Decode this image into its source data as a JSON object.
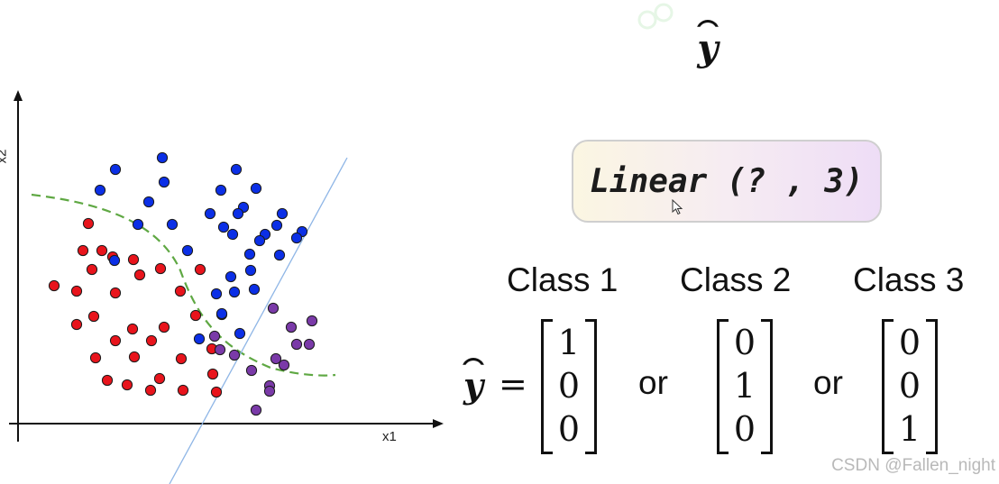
{
  "header": {
    "yhat_symbol": "y"
  },
  "model_box": {
    "text": "Linear (? , 3)"
  },
  "classes": [
    {
      "label": "Class 1",
      "vector": [
        "1",
        "0",
        "0"
      ]
    },
    {
      "label": "Class 2",
      "vector": [
        "0",
        "1",
        "0"
      ]
    },
    {
      "label": "Class 3",
      "vector": [
        "0",
        "0",
        "1"
      ]
    }
  ],
  "equation": {
    "lhs": "y",
    "equals": "=",
    "or_word": "or"
  },
  "axes": {
    "xlabel": "x1",
    "ylabel": "x2"
  },
  "watermark": "CSDN @Fallen_night",
  "colors": {
    "red": "#e8141c",
    "blue": "#0b2fe6",
    "purple": "#7a3aa8",
    "boundary_dashed": "#5fa843",
    "boundary_line": "#8fb6e6"
  },
  "chart_data": {
    "type": "scatter",
    "xlabel": "x1",
    "ylabel": "x2",
    "series": [
      {
        "color": "red",
        "points": [
          [
            98,
            248
          ],
          [
            92,
            278
          ],
          [
            113,
            278
          ],
          [
            125,
            285
          ],
          [
            102,
            299
          ],
          [
            148,
            288
          ],
          [
            178,
            298
          ],
          [
            155,
            305
          ],
          [
            222,
            299
          ],
          [
            60,
            317
          ],
          [
            85,
            323
          ],
          [
            128,
            325
          ],
          [
            200,
            323
          ],
          [
            104,
            351
          ],
          [
            85,
            360
          ],
          [
            147,
            365
          ],
          [
            182,
            363
          ],
          [
            128,
            378
          ],
          [
            168,
            378
          ],
          [
            217,
            350
          ],
          [
            246,
            349
          ],
          [
            149,
            396
          ],
          [
            106,
            397
          ],
          [
            201,
            398
          ],
          [
            235,
            387
          ],
          [
            119,
            422
          ],
          [
            141,
            427
          ],
          [
            177,
            420
          ],
          [
            236,
            415
          ],
          [
            167,
            433
          ],
          [
            203,
            433
          ],
          [
            240,
            435
          ]
        ]
      },
      {
        "color": "blue",
        "points": [
          [
            128,
            188
          ],
          [
            180,
            175
          ],
          [
            262,
            188
          ],
          [
            111,
            211
          ],
          [
            182,
            202
          ],
          [
            245,
            211
          ],
          [
            284,
            209
          ],
          [
            165,
            224
          ],
          [
            270,
            230
          ],
          [
            233,
            237
          ],
          [
            264,
            237
          ],
          [
            313,
            237
          ],
          [
            153,
            249
          ],
          [
            191,
            249
          ],
          [
            248,
            252
          ],
          [
            258,
            260
          ],
          [
            294,
            260
          ],
          [
            307,
            250
          ],
          [
            335,
            257
          ],
          [
            329,
            264
          ],
          [
            288,
            267
          ],
          [
            127,
            289
          ],
          [
            208,
            278
          ],
          [
            277,
            282
          ],
          [
            310,
            283
          ],
          [
            278,
            300
          ],
          [
            256,
            307
          ],
          [
            240,
            326
          ],
          [
            260,
            324
          ],
          [
            282,
            321
          ],
          [
            246,
            348
          ],
          [
            221,
            376
          ],
          [
            266,
            370
          ]
        ]
      },
      {
        "color": "purple",
        "points": [
          [
            303,
            342
          ],
          [
            346,
            356
          ],
          [
            323,
            363
          ],
          [
            329,
            382
          ],
          [
            343,
            382
          ],
          [
            238,
            373
          ],
          [
            244,
            388
          ],
          [
            260,
            394
          ],
          [
            306,
            398
          ],
          [
            315,
            405
          ],
          [
            279,
            411
          ],
          [
            299,
            428
          ],
          [
            299,
            434
          ],
          [
            284,
            455
          ]
        ]
      }
    ]
  }
}
